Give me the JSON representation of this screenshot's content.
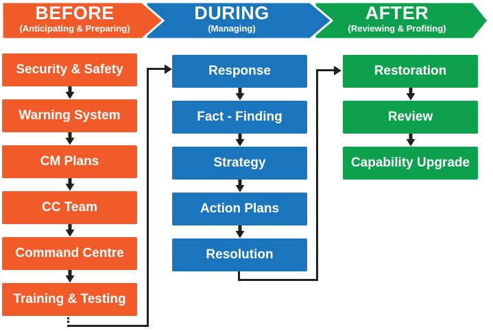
{
  "diagram": {
    "type": "flowchart",
    "subject": "Crisis management process phases"
  },
  "phases": [
    {
      "title": "BEFORE",
      "subtitle": "(Anticipating & Preparing)",
      "color": "#F15A29",
      "steps": [
        "Security & Safety",
        "Warning System",
        "CM Plans",
        "CC Team",
        "Command Centre",
        "Training & Testing"
      ]
    },
    {
      "title": "DURING",
      "subtitle": "(Managing)",
      "color": "#1B75BC",
      "steps": [
        "Response",
        "Fact - Finding",
        "Strategy",
        "Action Plans",
        "Resolution"
      ]
    },
    {
      "title": "AFTER",
      "subtitle": "(Reviewing & Profiting)",
      "color": "#0DA14D",
      "steps": [
        "Restoration",
        "Review",
        "Capability Upgrade"
      ]
    }
  ],
  "connectors": [
    {
      "from": "Training & Testing",
      "to": "Response"
    },
    {
      "from": "Resolution",
      "to": "Restoration"
    }
  ],
  "colors": {
    "orange": "#F15A29",
    "blue": "#1B75BC",
    "green": "#0DA14D",
    "line_black": "#231F20",
    "text_white": "#FFFFFF"
  }
}
